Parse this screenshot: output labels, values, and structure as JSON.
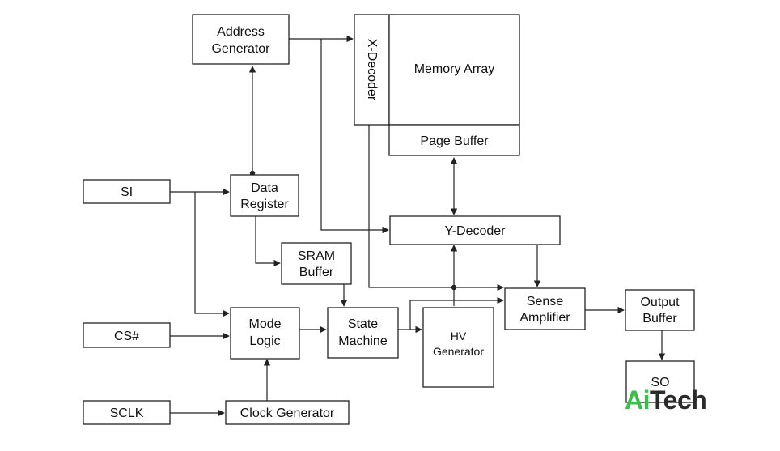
{
  "blocks": {
    "address_generator": [
      "Address",
      "Generator"
    ],
    "x_decoder": "X-Decoder",
    "memory_array": "Memory Array",
    "page_buffer": "Page Buffer",
    "si": "SI",
    "data_register": [
      "Data",
      "Register"
    ],
    "y_decoder": "Y-Decoder",
    "sram_buffer": [
      "SRAM",
      "Buffer"
    ],
    "sense_amplifier": [
      "Sense",
      "Amplifier"
    ],
    "output_buffer": [
      "Output",
      "Buffer"
    ],
    "cs": "CS#",
    "mode_logic": [
      "Mode",
      "Logic"
    ],
    "state_machine": [
      "State",
      "Machine"
    ],
    "hv_generator": [
      "HV",
      "Generator"
    ],
    "so": "SO",
    "sclk": "SCLK",
    "clock_generator": "Clock Generator"
  },
  "watermark": {
    "part1": "Ai",
    "part2": "Tech"
  },
  "colors": {
    "stroke": "#222222",
    "watermark_green": "#3cbf4a",
    "watermark_dark": "#2b2b2b"
  }
}
